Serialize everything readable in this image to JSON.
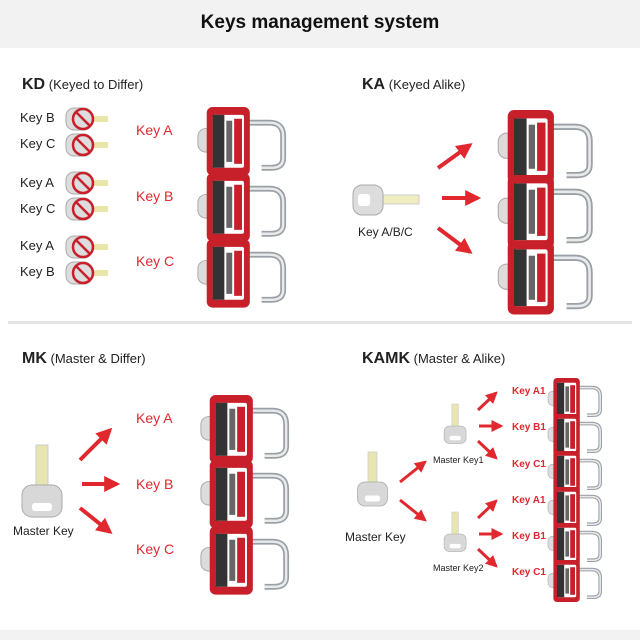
{
  "title": "Keys management system",
  "colors": {
    "lock_red": "#c8202a",
    "arrow_red": "#e0282e",
    "label_red": "#e0282e",
    "band_gray": "#f2f2f2"
  },
  "kd": {
    "code": "KD",
    "name": "(Keyed to Differ)",
    "rows": [
      {
        "blocked_keys": [
          "Key B",
          "Key C"
        ],
        "key": "Key A"
      },
      {
        "blocked_keys": [
          "Key A",
          "Key C"
        ],
        "key": "Key B"
      },
      {
        "blocked_keys": [
          "Key A",
          "Key B"
        ],
        "key": "Key C"
      }
    ]
  },
  "ka": {
    "code": "KA",
    "name": "(Keyed Alike)",
    "key_label": "Key A/B/C"
  },
  "mk": {
    "code": "MK",
    "name": "(Master & Differ)",
    "master_label": "Master Key",
    "keys": [
      "Key A",
      "Key B",
      "Key C"
    ]
  },
  "kamk": {
    "code": "KAMK",
    "name": "(Master & Alike)",
    "master_label": "Master Key",
    "groups": [
      {
        "master": "Master Key1",
        "keys": [
          "Key A1",
          "Key B1",
          "Key C1"
        ]
      },
      {
        "master": "Master Key2",
        "keys": [
          "Key A1",
          "Key B1",
          "Key C1"
        ]
      }
    ]
  }
}
